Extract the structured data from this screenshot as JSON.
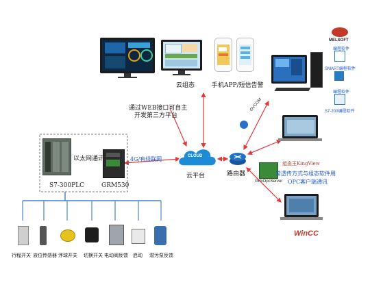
{
  "top": {
    "scada_label": "云组态",
    "app_label": "手机APP/短信告警",
    "web_note_line1": "通过WEB接口可自主",
    "web_note_line2": "开发第三方平台"
  },
  "cloud": {
    "badge": "CLOUD",
    "label": "云平台",
    "link_label": "4G/有线联网"
  },
  "router": {
    "label": "路由器"
  },
  "plc_box": {
    "ethernet_label": "以太网通讯",
    "plc_label": "S7-300PLC",
    "gateway_label": "GRM530"
  },
  "right": {
    "gvcom": "GVCOM",
    "melsoft": "MELSOFT",
    "software": [
      "编程软件",
      "SMART编程软件",
      "编程软件",
      "S7-200编程软件"
    ],
    "kingview_brand": "组态王KingView",
    "opc_line1": "常透传方式与组态软件用",
    "opc_line2": "OPC客户端通讯",
    "opc_server": "GrmOpcServer",
    "wincc": "WinCC"
  },
  "devices": [
    "行程开关",
    "液位传感器",
    "浮球开关",
    "切换开关",
    "电动阀反馈",
    "启动",
    "潜污泵反馈"
  ],
  "colors": {
    "arrow": "#e03a3a",
    "blue_text": "#1f5bd1",
    "cloud": "#1d8bd6",
    "router": "#1e73c8",
    "bus": "#4a86c8"
  }
}
